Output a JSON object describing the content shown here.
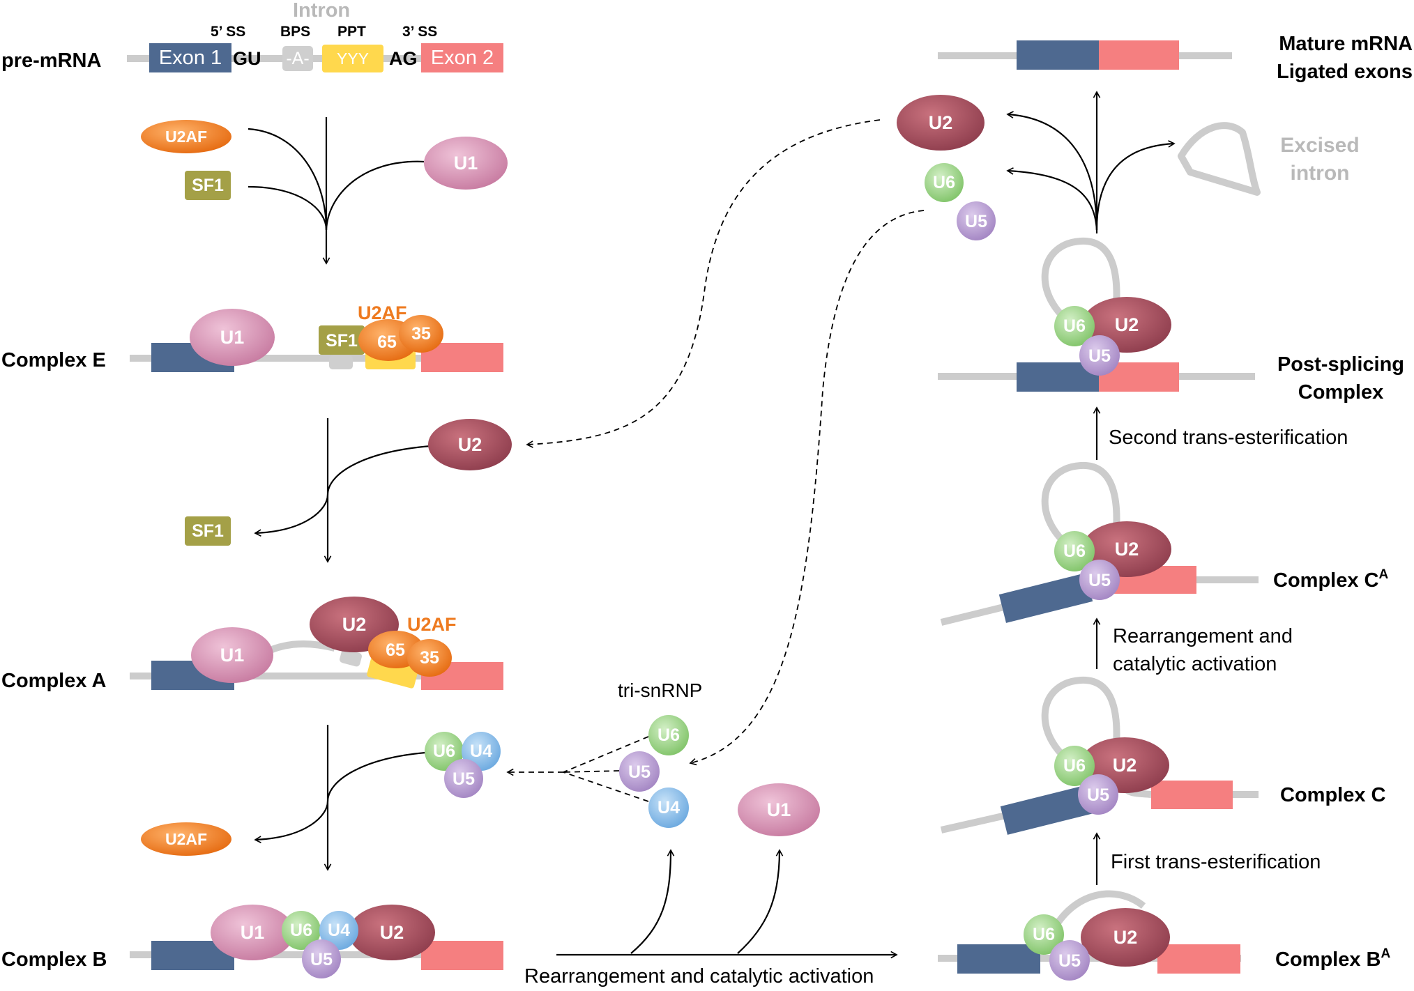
{
  "labels": {
    "pre_mrna": "pre-mRNA",
    "complex_e": "Complex E",
    "complex_a": "Complex A",
    "complex_b": "Complex B",
    "mature_mrna": "Mature mRNA",
    "ligated_exons": "Ligated exons",
    "excised_1": "Excised",
    "excised_2": "intron",
    "post_splicing_1": "Post-splicing",
    "post_splicing_2": "Complex",
    "complex_ca": "Complex C",
    "complex_c": "Complex C",
    "complex_ba": "Complex B",
    "superscript_a": "A",
    "tri_snrnp": "tri-snRNP"
  },
  "premrna": {
    "intron": "Intron",
    "ss5": "5’ SS",
    "bps": "BPS",
    "ppt": "PPT",
    "ss3": "3’ SS",
    "exon1": "Exon 1",
    "exon2": "Exon 2",
    "gu": "GU",
    "ag": "AG",
    "a": "-A-",
    "yyy": "YYY"
  },
  "factors": {
    "u1": "U1",
    "u2": "U2",
    "u4": "U4",
    "u5": "U5",
    "u6": "U6",
    "u2af": "U2AF",
    "sf1": "SF1",
    "u2af65": "65",
    "u2af35": "35"
  },
  "steps": {
    "second_trans": "Second trans-esterification",
    "rearr_1": "Rearrangement and",
    "rearr_2": "catalytic activation",
    "first_trans": "First trans-esterification",
    "bottom_rearr": "Rearrangement and catalytic activation"
  },
  "colors": {
    "exon1": "#4e6990",
    "exon2": "#f57f80",
    "rna_line": "#cccccc",
    "u1": "#d58fb0",
    "u2": "#a85060",
    "u4": "#8dbfea",
    "u5": "#b99fd0",
    "u6": "#9fd48a",
    "u2af": "#ee7a1f",
    "sf1": "#a4a047",
    "ppt": "#ffd84d"
  }
}
